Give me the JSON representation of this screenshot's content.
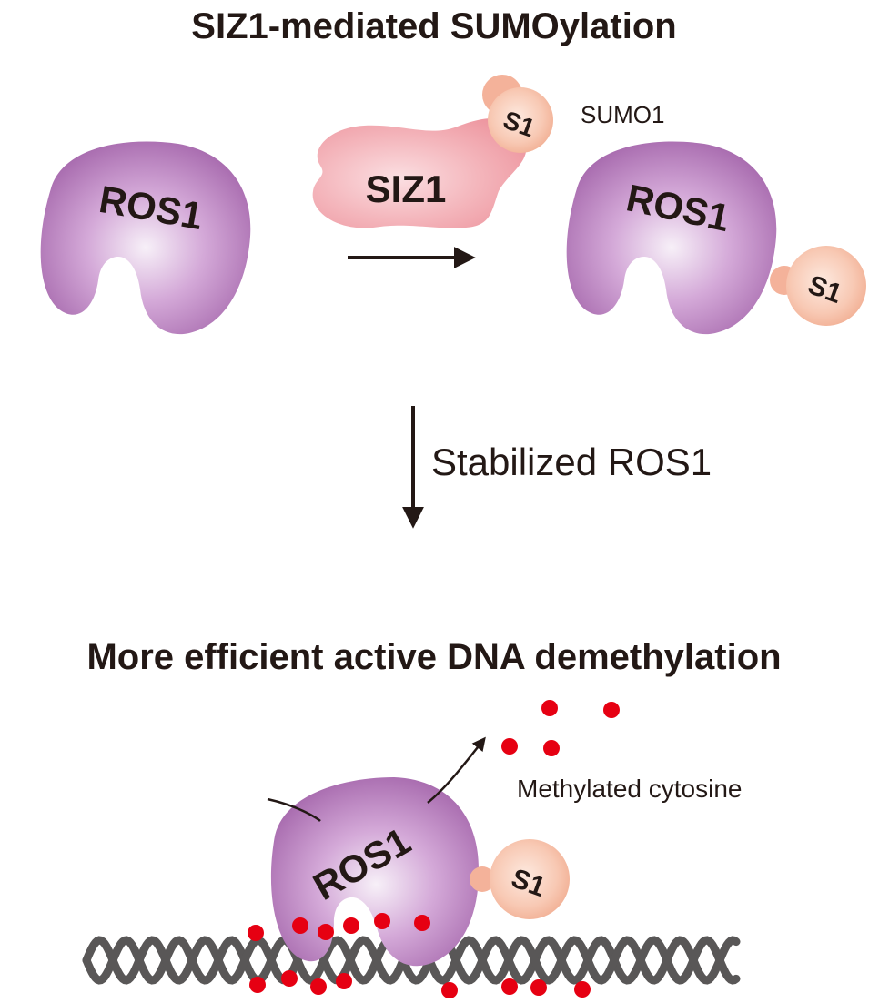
{
  "titles": {
    "top": "SIZ1-mediated SUMOylation",
    "bottom": "More efficient active DNA demethylation"
  },
  "labels": {
    "ros1_unmodified": "ROS1",
    "siz1": "SIZ1",
    "sumo_on_siz1": "S1",
    "sumo1_name": "SUMO1",
    "ros1_sumoylated": "ROS1",
    "sumo_on_ros1": "S1",
    "step_arrow": "Stabilized ROS1",
    "ros1_on_dna": "ROS1",
    "sumo_on_dna_ros1": "S1",
    "methylated_cytosine": "Methylated cytosine"
  },
  "colors": {
    "ros1_purple": "#a667ad",
    "ros1_highlight": "#f6eef7",
    "siz1_pink": "#ee9aa2",
    "sumo_peach": "#f4b29a",
    "methyl_red": "#e60012",
    "dna_gray": "#595757",
    "text": "#231815"
  }
}
